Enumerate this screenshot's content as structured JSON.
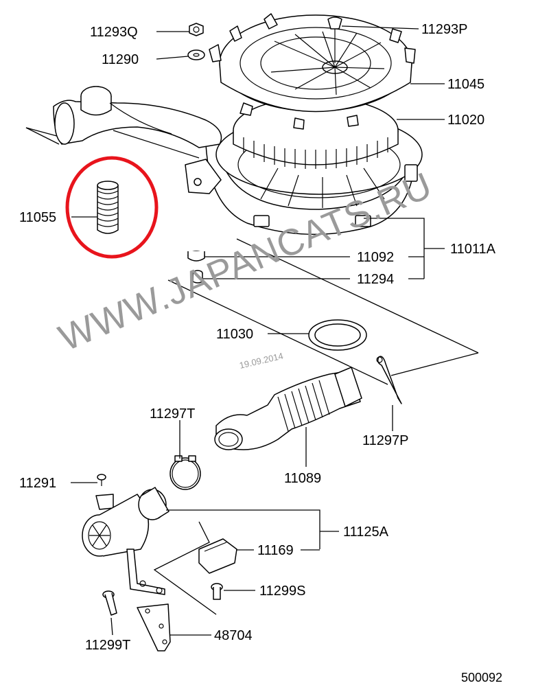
{
  "diagram": {
    "part_numbers": {
      "p11293Q": "11293Q",
      "p11290": "11290",
      "p11293P": "11293P",
      "p11045": "11045",
      "p11020": "11020",
      "p11055": "11055",
      "p11011A": "11011A",
      "p11092": "11092",
      "p11294": "11294",
      "p11030": "11030",
      "p11297T": "11297T",
      "p11297P": "11297P",
      "p11089": "11089",
      "p11291": "11291",
      "p11125A": "11125A",
      "p11169": "11169",
      "p11299S": "11299S",
      "p11299T": "11299T",
      "p48704": "48704"
    },
    "diagram_code": "500092",
    "watermark": "WWW.JAPANCATS.RU",
    "date_stamp": "19.09.2014",
    "highlight_color": "#e8141c"
  }
}
